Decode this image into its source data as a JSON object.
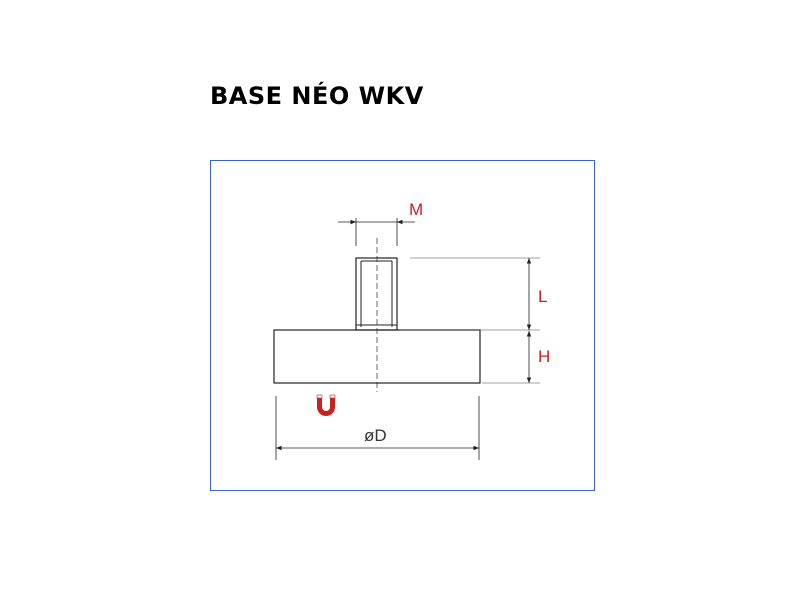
{
  "title": "BASE NÉO WKV",
  "labels": {
    "thread": "M",
    "thread_length": "L",
    "height": "H",
    "diameter": "øD"
  },
  "colors": {
    "frame": "#3a62d8",
    "label": "#cc1f1f",
    "magnet_icon": "#cc1f1f",
    "outline": "#222222"
  },
  "icons": {
    "magnet": "horseshoe-magnet-icon"
  }
}
